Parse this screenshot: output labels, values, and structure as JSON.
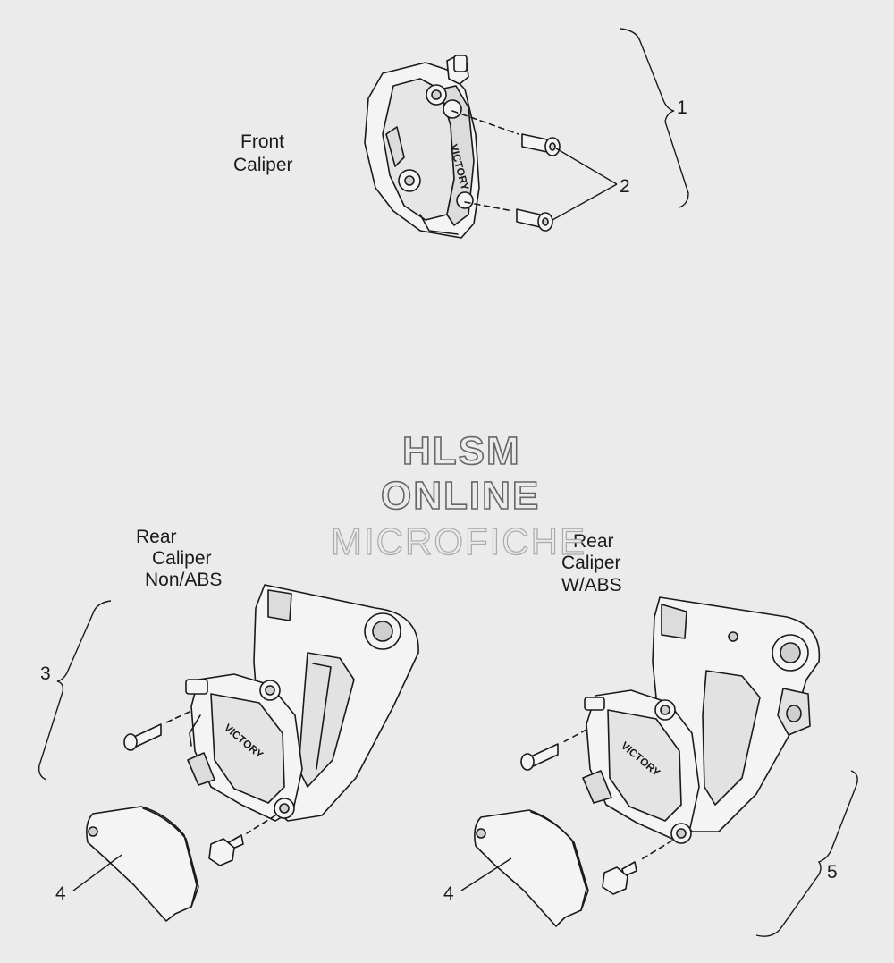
{
  "labels": {
    "front_line1": "Front",
    "front_line2": "Caliper",
    "rear_nonabs_line1": "Rear",
    "rear_nonabs_line2": "Caliper",
    "rear_nonabs_line3": "Non/ABS",
    "rear_abs_line1": "Rear",
    "rear_abs_line2": "Caliper",
    "rear_abs_line3": "W/ABS"
  },
  "callouts": {
    "c1": "1",
    "c2": "2",
    "c3": "3",
    "c4a": "4",
    "c4b": "4",
    "c5": "5"
  },
  "watermark": {
    "line1": "HLSM",
    "line2": "ONLINE",
    "line3": "MICROFICHE"
  },
  "part_logos": {
    "front": "VICTORY",
    "rear_left": "VICTORY",
    "rear_right": "VICTORY"
  },
  "colors": {
    "background": "#ebebeb",
    "line": "#1a1a1a"
  }
}
